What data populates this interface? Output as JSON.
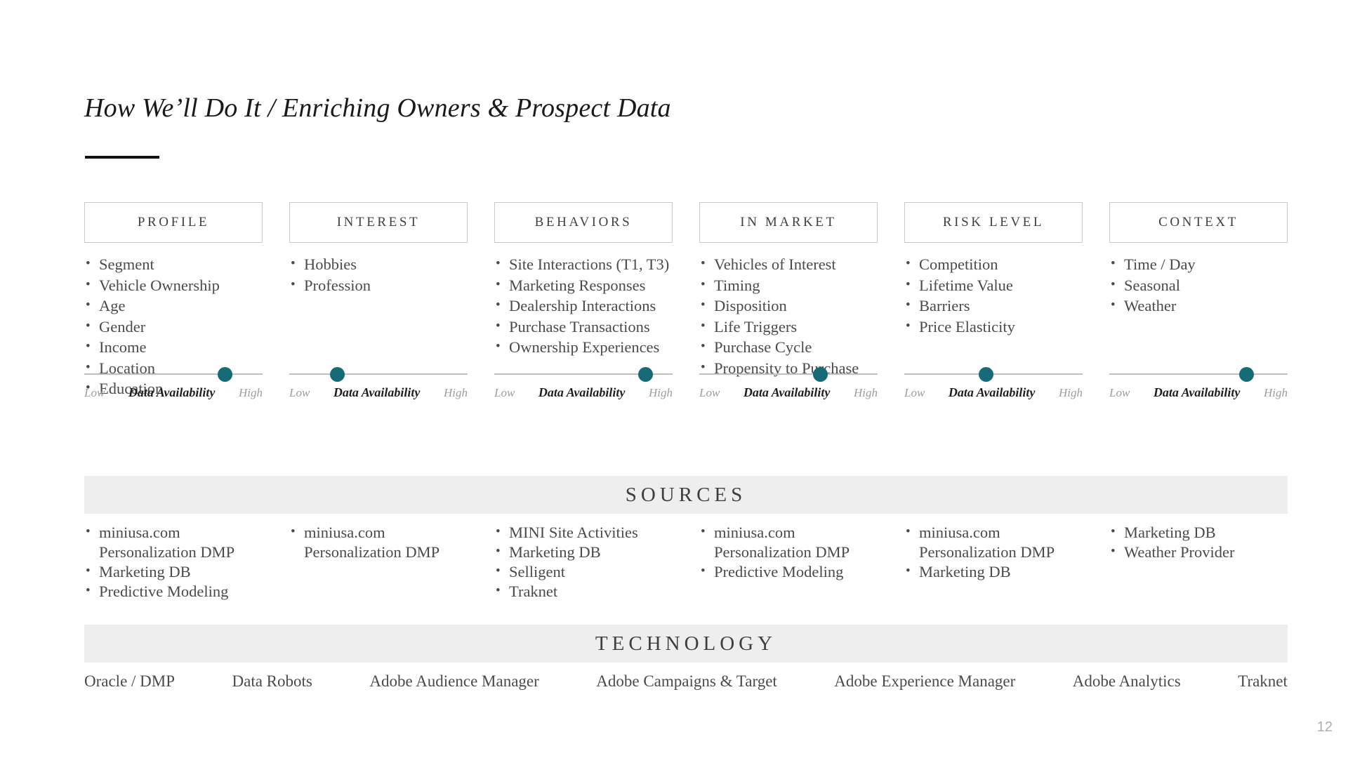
{
  "slide": {
    "title": "How We’ll Do It / Enriching Owners & Prospect Data",
    "page_number": "12",
    "accent_color": "#176b78",
    "band_color": "#eeeeee"
  },
  "slider": {
    "low_label": "Low",
    "mid_label": "Data Availability",
    "high_label": "High"
  },
  "bands": {
    "sources": "SOURCES",
    "technology": "TECHNOLOGY"
  },
  "columns": [
    {
      "header": "PROFILE",
      "items": [
        "Segment",
        "Vehicle Ownership",
        "Age",
        "Gender",
        "Income",
        "Location",
        "Education"
      ],
      "availability_pct": 79,
      "sources": [
        "miniusa.com Personalization DMP",
        "Marketing DB",
        "Predictive Modeling"
      ]
    },
    {
      "header": "INTEREST",
      "items": [
        "Hobbies",
        "Profession"
      ],
      "availability_pct": 27,
      "sources": [
        "miniusa.com Personalization DMP"
      ]
    },
    {
      "header": "BEHAVIORS",
      "items": [
        "Site Interactions (T1, T3)",
        "Marketing Responses",
        "Dealership Interactions",
        "Purchase Transactions",
        "Ownership Experiences"
      ],
      "availability_pct": 85,
      "sources": [
        "MINI Site Activities",
        "Marketing DB",
        "Selligent",
        "Traknet"
      ]
    },
    {
      "header": "IN MARKET",
      "items": [
        "Vehicles of Interest",
        "Timing",
        "Disposition",
        "Life Triggers",
        "Purchase Cycle",
        "Propensity to Purchase"
      ],
      "availability_pct": 68,
      "sources": [
        "miniusa.com Personalization DMP",
        "Predictive Modeling"
      ]
    },
    {
      "header": "RISK LEVEL",
      "items": [
        "Competition",
        "Lifetime Value",
        "Barriers",
        "Price Elasticity"
      ],
      "availability_pct": 46,
      "sources": [
        "miniusa.com Personalization DMP",
        "Marketing DB"
      ]
    },
    {
      "header": "CONTEXT",
      "items": [
        "Time / Day",
        "Seasonal",
        "Weather"
      ],
      "availability_pct": 77,
      "sources": [
        "Marketing DB",
        "Weather Provider"
      ]
    }
  ],
  "technology": [
    "Oracle / DMP",
    "Data Robots",
    "Adobe Audience Manager",
    "Adobe Campaigns & Target",
    "Adobe Experience Manager",
    "Adobe Analytics",
    "Traknet"
  ]
}
